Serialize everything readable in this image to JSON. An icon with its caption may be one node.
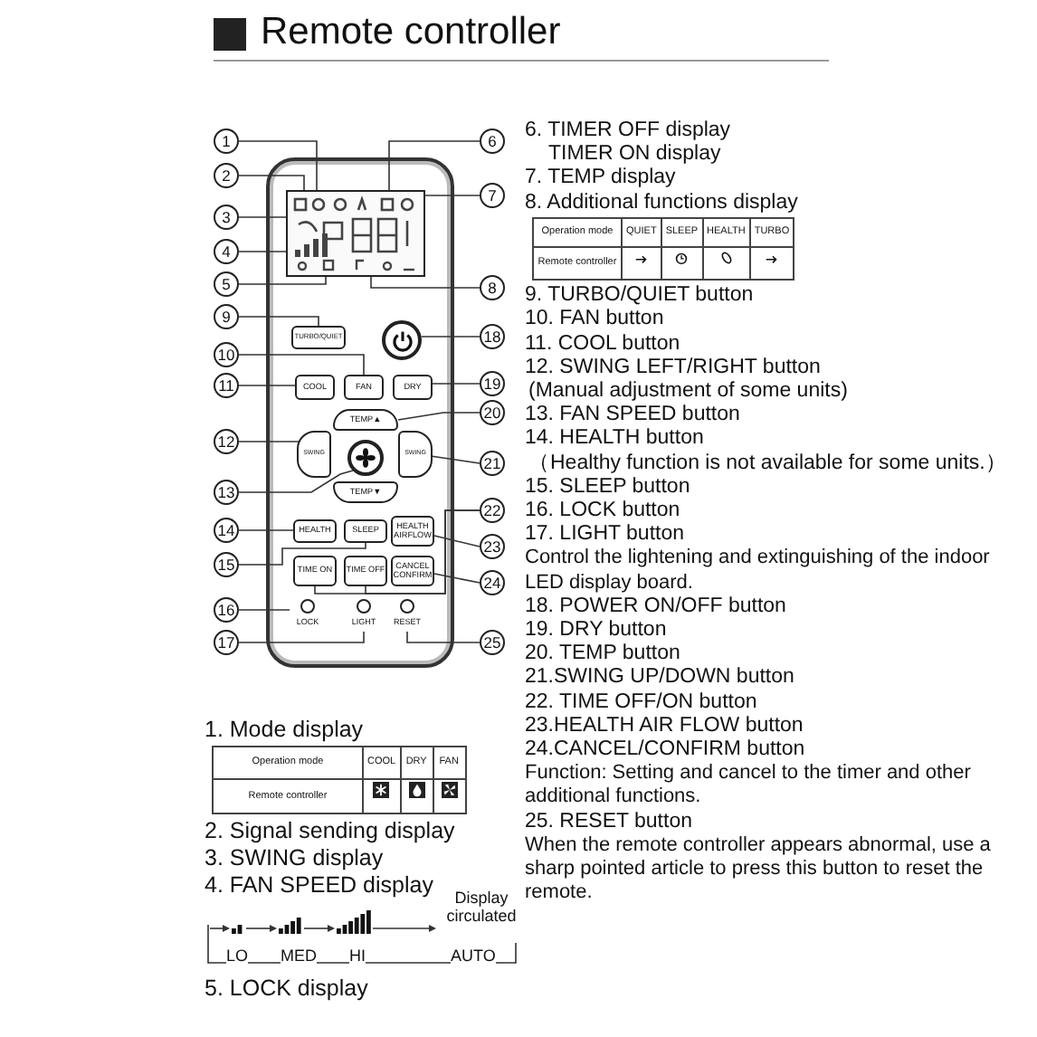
{
  "diagram": {
    "title": "Remote controller",
    "nodes": [
      {
        "text": [
          "1"
        ]
      },
      {
        "text": [
          "2"
        ]
      },
      {
        "text": [
          "3"
        ]
      },
      {
        "text": [
          "4"
        ]
      },
      {
        "text": [
          "5"
        ]
      },
      {
        "text": [
          "6"
        ]
      },
      {
        "text": [
          "7"
        ]
      },
      {
        "text": [
          "8"
        ]
      },
      {
        "text": [
          "9"
        ]
      },
      {
        "text": [
          "10"
        ]
      },
      {
        "text": [
          "11"
        ]
      },
      {
        "text": [
          "12"
        ]
      },
      {
        "text": [
          "13"
        ]
      },
      {
        "text": [
          "14"
        ]
      },
      {
        "text": [
          "15"
        ]
      },
      {
        "text": [
          "16"
        ]
      },
      {
        "text": [
          "17"
        ]
      },
      {
        "text": [
          "18"
        ]
      },
      {
        "text": [
          "19"
        ]
      },
      {
        "text": [
          "20"
        ]
      },
      {
        "text": [
          "21"
        ]
      },
      {
        "text": [
          "22"
        ]
      },
      {
        "text": [
          "23"
        ]
      },
      {
        "text": [
          "24"
        ]
      },
      {
        "text": [
          "25"
        ]
      },
      {
        "text": [],
        "shape": "box"
      },
      {
        "text": [
          "TURBO/QUIET"
        ]
      },
      {
        "text": [],
        "shape": "circle"
      },
      {
        "text": [
          "FAN"
        ]
      },
      {
        "text": [
          "COOL"
        ]
      },
      {
        "text": [
          "DRY"
        ]
      },
      {
        "text": [
          "TEMP▲"
        ]
      },
      {
        "text": [
          "SWING"
        ]
      },
      {
        "text": [],
        "shape": "circle"
      },
      {
        "text": [
          "SWING"
        ]
      },
      {
        "text": [
          "TEMP▼"
        ]
      },
      {
        "text": [
          "HEALTH"
        ]
      },
      {
        "text": [
          "SLEEP"
        ]
      },
      {
        "text": [
          "HEALTH AIRFLOW"
        ]
      },
      {
        "text": [
          "TIME ON"
        ]
      },
      {
        "text": [
          "TIME OFF"
        ]
      },
      {
        "text": [
          "CANCEL CONFIRM"
        ]
      },
      {
        "text": [
          "LOCK"
        ]
      },
      {
        "text": [
          "LIGHT"
        ]
      },
      {
        "text": [
          "RESET"
        ]
      }
    ],
    "edges": [
      {
        "from": 0,
        "to": 25,
        "arrow": "none"
      },
      {
        "from": 1,
        "to": 25,
        "arrow": "none"
      },
      {
        "from": 2,
        "to": 25,
        "arrow": "none"
      },
      {
        "from": 3,
        "to": 25,
        "arrow": "none"
      },
      {
        "from": 4,
        "to": 25,
        "arrow": "none"
      },
      {
        "from": 5,
        "to": 25,
        "arrow": "none"
      },
      {
        "from": 6,
        "to": 25,
        "arrow": "none"
      },
      {
        "from": 7,
        "to": 25,
        "arrow": "none"
      },
      {
        "from": 8,
        "to": 26,
        "arrow": "none"
      },
      {
        "from": 9,
        "to": 28,
        "arrow": "none"
      },
      {
        "from": 10,
        "to": 29,
        "arrow": "none"
      },
      {
        "from": 11,
        "to": 32,
        "arrow": "none"
      },
      {
        "from": 12,
        "to": 33,
        "arrow": "none"
      },
      {
        "from": 13,
        "to": 36,
        "arrow": "none"
      },
      {
        "from": 14,
        "to": 37,
        "arrow": "none"
      },
      {
        "from": 15,
        "to": 42,
        "arrow": "none"
      },
      {
        "from": 16,
        "to": 43,
        "arrow": "none"
      },
      {
        "from": 17,
        "to": 27,
        "arrow": "none"
      },
      {
        "from": 18,
        "to": 30,
        "arrow": "none"
      },
      {
        "from": 19,
        "to": 31,
        "arrow": "none"
      },
      {
        "from": 20,
        "to": 34,
        "arrow": "none"
      },
      {
        "from": 21,
        "to": 39,
        "arrow": "none"
      },
      {
        "from": 21,
        "to": 40,
        "arrow": "none"
      },
      {
        "from": 22,
        "to": 38,
        "arrow": "none"
      },
      {
        "from": 23,
        "to": 41,
        "arrow": "none"
      },
      {
        "from": 24,
        "to": 44,
        "arrow": "none"
      }
    ],
    "labels": [
      "6. TIMER OFF display",
      "TIMER ON display",
      "7. TEMP display",
      "8. Additional functions display",
      "Operation mode",
      "QUIET",
      "SLEEP",
      "HEALTH",
      "TURBO",
      "Remote controller",
      "9. TURBO/QUIET button",
      "10. FAN button",
      "11. COOL button",
      "12. SWING LEFT/RIGHT button",
      "(Manual adjustment of some units)",
      "13. FAN SPEED button",
      "14. HEALTH button",
      "（Healthy function is not available for some units.）",
      "15. SLEEP button",
      "16. LOCK button",
      "17. LIGHT button",
      "Control the lightening and extinguishing of the indoor LED display board.",
      "18. POWER ON/OFF button",
      "19. DRY button",
      "20. TEMP button",
      "21.SWING UP/DOWN button",
      "22. TIME OFF/ON button",
      "23.HEALTH AIR FLOW button",
      "24.CANCEL/CONFIRM button",
      "Function: Setting and cancel to the timer and other additional functions.",
      "25. RESET button",
      "When the remote controller appears abnormal, use a sharp pointed article to press this button to reset the remote.",
      "1. Mode display",
      "Operation mode",
      "COOL",
      "DRY",
      "FAN",
      "Remote controller",
      "2. Signal sending display",
      "3. SWING display",
      "4. FAN SPEED display",
      "LO",
      "MED",
      "HI",
      "Display circulated",
      "AUTO",
      "5. LOCK display"
    ]
  }
}
